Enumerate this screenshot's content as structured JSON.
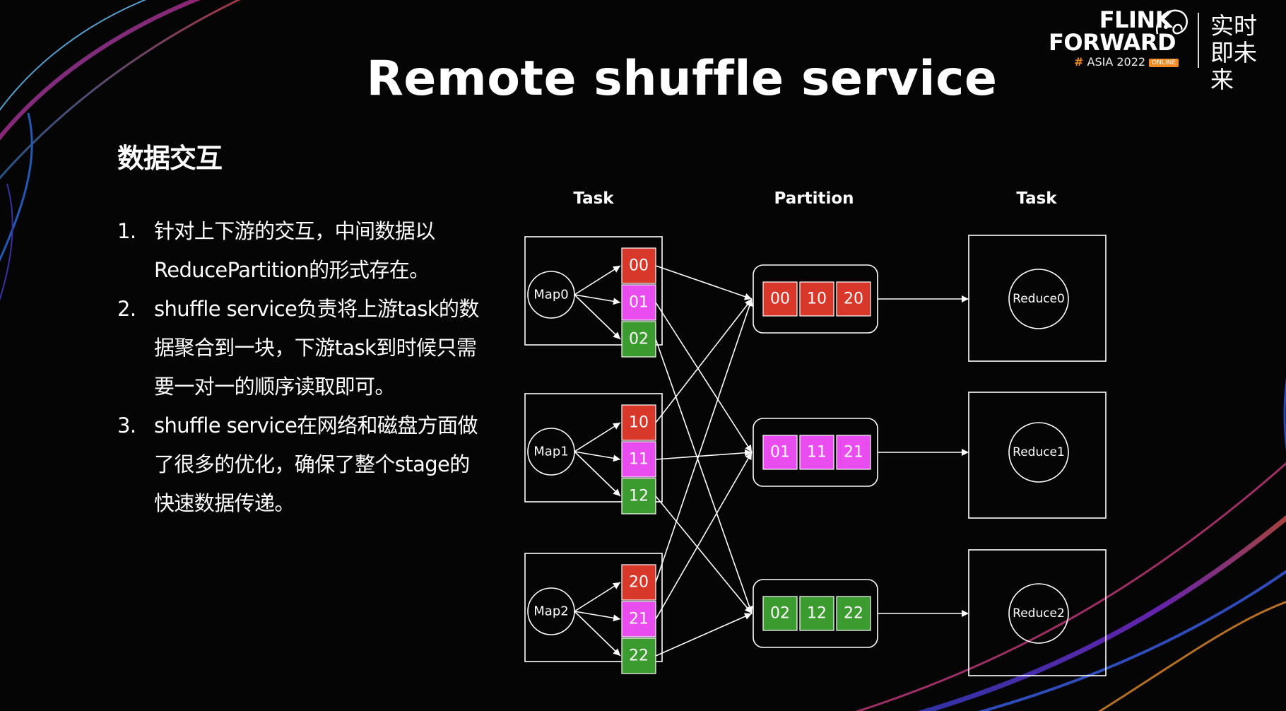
{
  "title": "Remote shuffle service",
  "subtitle": "数据交互",
  "points": [
    {
      "num": "1.",
      "text": "针对上下游的交互，中间数据以ReducePartition的形式存在。"
    },
    {
      "num": "2.",
      "text": "shuffle service负责将上游task的数据聚合到一块，下游task到时候只需要一对一的顺序读取即可。"
    },
    {
      "num": "3.",
      "text": "shuffle service在网络和磁盘方面做了很多的优化，确保了整个stage的快速数据传递。"
    }
  ],
  "logo": {
    "line1": "FLINK",
    "line2": "FORWARD",
    "hash": "#",
    "asia": "ASIA 2022",
    "online": "ONLINE",
    "cn_text": "实时即未来"
  },
  "diagram": {
    "headers": {
      "task_left": "Task",
      "partition": "Partition",
      "task_right": "Task"
    },
    "maps": [
      {
        "name": "Map0",
        "outputs": [
          {
            "label": "00",
            "color": "red"
          },
          {
            "label": "01",
            "color": "magenta"
          },
          {
            "label": "02",
            "color": "green"
          }
        ]
      },
      {
        "name": "Map1",
        "outputs": [
          {
            "label": "10",
            "color": "red"
          },
          {
            "label": "11",
            "color": "magenta"
          },
          {
            "label": "12",
            "color": "green"
          }
        ]
      },
      {
        "name": "Map2",
        "outputs": [
          {
            "label": "20",
            "color": "red"
          },
          {
            "label": "21",
            "color": "magenta"
          },
          {
            "label": "22",
            "color": "green"
          }
        ]
      }
    ],
    "partitions": [
      {
        "cells": [
          "00",
          "10",
          "20"
        ],
        "color": "red"
      },
      {
        "cells": [
          "01",
          "11",
          "21"
        ],
        "color": "magenta"
      },
      {
        "cells": [
          "02",
          "12",
          "22"
        ],
        "color": "green"
      }
    ],
    "reducers": [
      "Reduce0",
      "Reduce1",
      "Reduce2"
    ],
    "colors": {
      "red": "#d8382a",
      "magenta": "#e94cef",
      "green": "#3c9b2e",
      "line": "#ffffff"
    }
  }
}
